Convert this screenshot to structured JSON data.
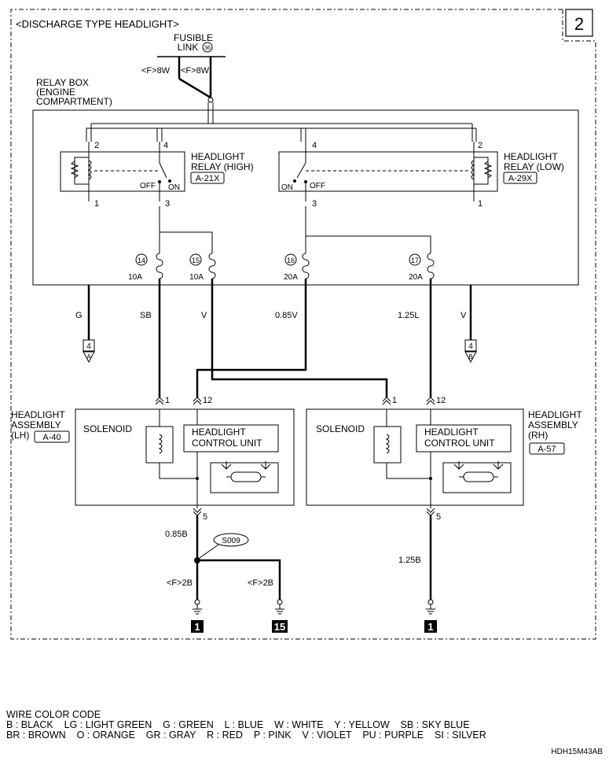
{
  "header": {
    "title": "<DISCHARGE TYPE HEADLIGHT>",
    "page_number": "2"
  },
  "fusible_link": {
    "label_line1": "FUSIBLE",
    "label_line2": "LINK",
    "number": "36",
    "left_wire": "<F>8W",
    "right_wire": "<F>8W"
  },
  "relay_box": {
    "line1": "RELAY BOX",
    "line2": "(ENGINE",
    "line3": "COMPARTMENT)"
  },
  "relay_high": {
    "line1": "HEADLIGHT",
    "line2": "RELAY (HIGH)",
    "connector": "A-21X",
    "pin_top_left": "2",
    "pin_top_right": "4",
    "pin_bottom_left": "1",
    "pin_bottom_right": "3",
    "off": "OFF",
    "on": "ON"
  },
  "relay_low": {
    "line1": "HEADLIGHT",
    "line2": "RELAY (LOW)",
    "connector": "A-29X",
    "pin_top_left": "4",
    "pin_top_right": "2",
    "pin_bottom_left": "3",
    "pin_bottom_right": "1",
    "off": "OFF",
    "on": "ON"
  },
  "fuses": [
    {
      "number": "14",
      "rating": "10A"
    },
    {
      "number": "15",
      "rating": "10A"
    },
    {
      "number": "16",
      "rating": "20A"
    },
    {
      "number": "17",
      "rating": "20A"
    }
  ],
  "wires": {
    "g": "G",
    "sb": "SB",
    "v_left": "V",
    "v085": "0.85V",
    "l125": "1.25L",
    "v_right": "V",
    "b085": "0.85B",
    "b125": "1.25B"
  },
  "refs": {
    "a_num": "4",
    "a_letter": "A",
    "b_num": "4",
    "b_letter": "B"
  },
  "lh": {
    "line1": "HEADLIGHT",
    "line2": "ASSEMBLY",
    "line3": "(LH)",
    "connector": "A-40",
    "solenoid": "SOLENOID",
    "ctrl1": "HEADLIGHT",
    "ctrl2": "CONTROL UNIT",
    "pin1": "1",
    "pin12": "12",
    "pin5": "5"
  },
  "rh": {
    "line1": "HEADLIGHT",
    "line2": "ASSEMBLY",
    "line3": "(RH)",
    "connector": "A-57",
    "solenoid": "SOLENOID",
    "ctrl1": "HEADLIGHT",
    "ctrl2": "CONTROL UNIT",
    "pin1": "1",
    "pin12": "12",
    "pin5": "5"
  },
  "splice": "S009",
  "grounds": {
    "left_wire": "<F>2B",
    "mid_wire": "<F>2B",
    "left_num": "1",
    "mid_num": "15",
    "right_num": "1"
  },
  "legend": {
    "title": "WIRE COLOR CODE",
    "line1": "B : BLACK    LG : LIGHT GREEN    G : GREEN    L : BLUE    W : WHITE    Y : YELLOW    SB : SKY BLUE",
    "line2": "BR : BROWN    O : ORANGE    GR : GRAY    R : RED    P : PINK    V : VIOLET    PU : PURPLE    SI : SILVER",
    "code": "HDH15M43AB"
  }
}
